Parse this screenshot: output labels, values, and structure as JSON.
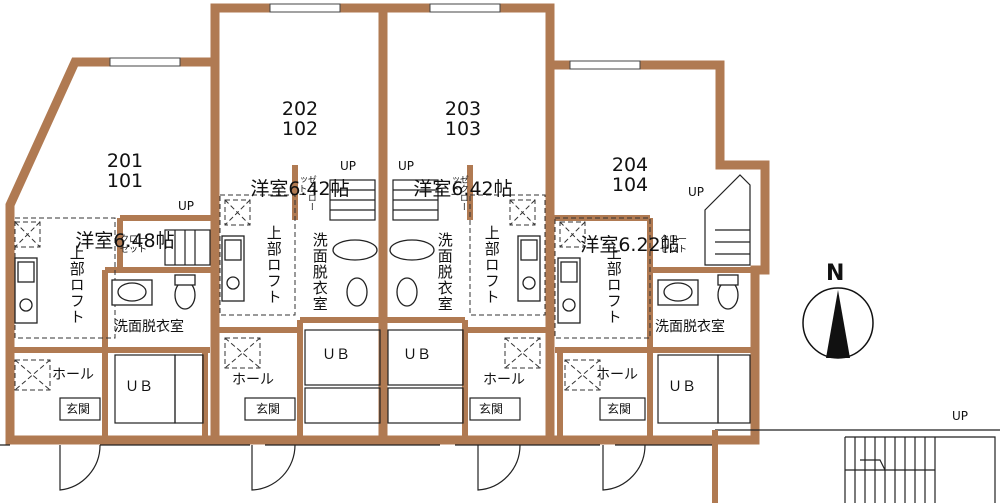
{
  "units": [
    {
      "rooms": "201\n101",
      "area": "洋室6.48帖"
    },
    {
      "rooms": "202\n102",
      "area": "洋室6.42帖"
    },
    {
      "rooms": "203\n103",
      "area": "洋室6.42帖"
    },
    {
      "rooms": "204\n104",
      "area": "洋室6.22帖"
    }
  ],
  "labels": {
    "up": "UP",
    "closet": "クロー\nゼット",
    "closet_vertical": "ゼクロー\nットI",
    "loft": "上部ロフト",
    "washroom": "洗面脱衣室",
    "bath": "ＵＢ",
    "hall": "ホール",
    "entrance": "玄関",
    "north": "N"
  },
  "colors": {
    "wall": "#b07a52",
    "line": "#222222"
  }
}
